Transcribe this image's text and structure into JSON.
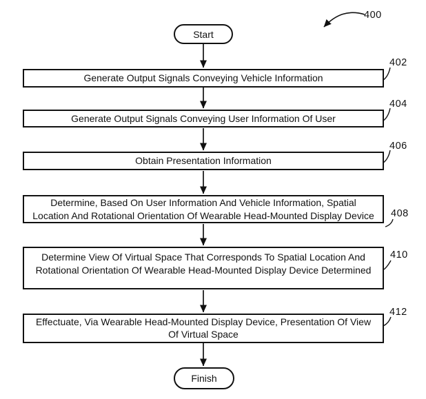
{
  "figure": {
    "reference": "400",
    "start_label": "Start",
    "finish_label": "Finish",
    "steps": [
      {
        "ref": "402",
        "lines": [
          "Generate Output Signals Conveying Vehicle Information"
        ]
      },
      {
        "ref": "404",
        "lines": [
          "Generate Output Signals Conveying User Information Of User"
        ]
      },
      {
        "ref": "406",
        "lines": [
          "Obtain Presentation Information"
        ]
      },
      {
        "ref": "408",
        "lines": [
          "Determine, Based On User Information And Vehicle Information, Spatial",
          "Location And Rotational Orientation Of Wearable Head-Mounted Display Device"
        ]
      },
      {
        "ref": "410",
        "lines": [
          "Determine View Of Virtual Space That Corresponds To Spatial Location And",
          "Rotational Orientation Of Wearable Head-Mounted Display Device Determined"
        ]
      },
      {
        "ref": "412",
        "lines": [
          "Effectuate, Via Wearable Head-Mounted Display Device, Presentation Of View",
          "Of Virtual Space"
        ]
      }
    ],
    "colors": {
      "ink": "#111111",
      "background": "#ffffff"
    }
  }
}
